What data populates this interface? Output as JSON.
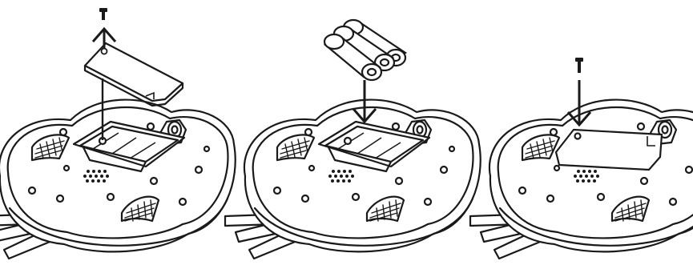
{
  "figure": {
    "steps": [
      {
        "action": "remove-screw-and-cover",
        "icons": [
          "screw-icon",
          "arrow-up-icon",
          "battery-cover"
        ]
      },
      {
        "action": "insert-batteries",
        "icons": [
          "battery-icon",
          "battery-icon",
          "battery-icon",
          "arrow-down-icon"
        ],
        "battery_count": 3
      },
      {
        "action": "replace-cover-and-screw",
        "icons": [
          "screw-icon",
          "arrow-down-icon",
          "closed-cover"
        ]
      }
    ],
    "colors": {
      "line": "#1a1a1a",
      "fill": "#ffffff"
    }
  }
}
